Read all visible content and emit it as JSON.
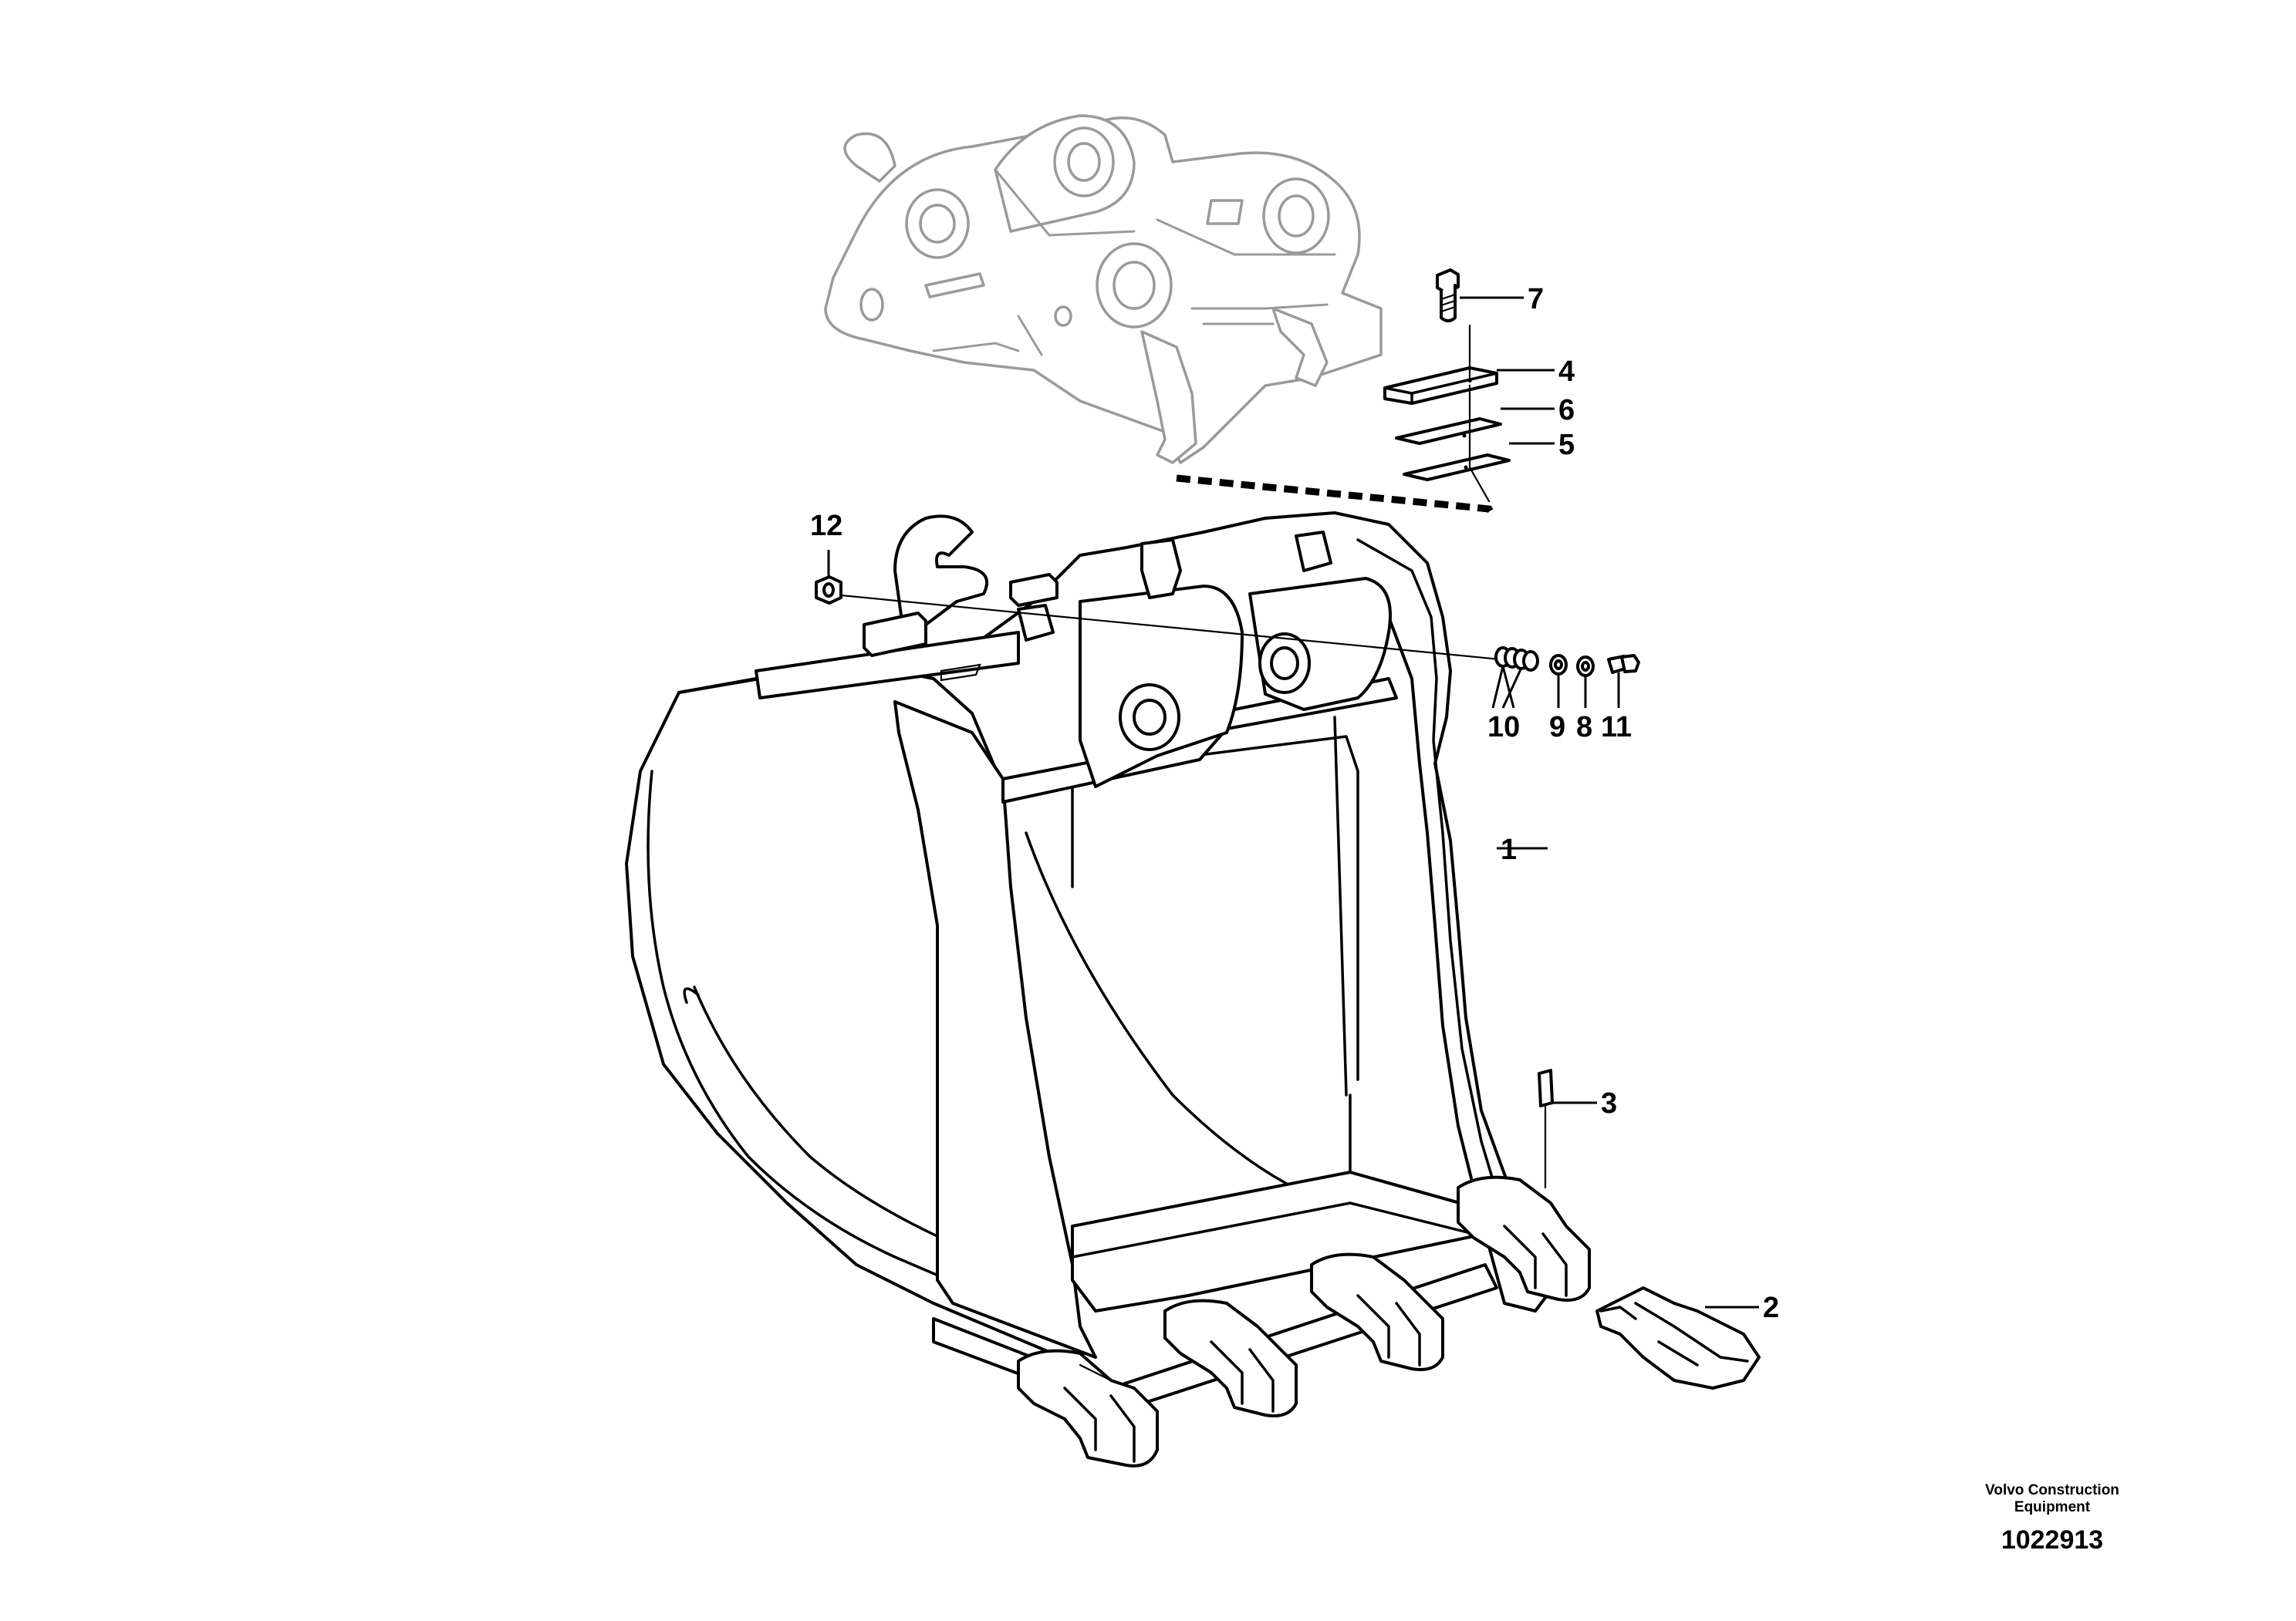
{
  "figure": {
    "manufacturer_line1": "Volvo Construction",
    "manufacturer_line2": "Equipment",
    "drawing_number": "1022913"
  },
  "callouts": [
    {
      "id": "1",
      "label": "1"
    },
    {
      "id": "2",
      "label": "2"
    },
    {
      "id": "3",
      "label": "3"
    },
    {
      "id": "4",
      "label": "4"
    },
    {
      "id": "5",
      "label": "5"
    },
    {
      "id": "6",
      "label": "6"
    },
    {
      "id": "7",
      "label": "7"
    },
    {
      "id": "8",
      "label": "8"
    },
    {
      "id": "9",
      "label": "9"
    },
    {
      "id": "10",
      "label": "10"
    },
    {
      "id": "11",
      "label": "11"
    },
    {
      "id": "12",
      "label": "12"
    }
  ]
}
